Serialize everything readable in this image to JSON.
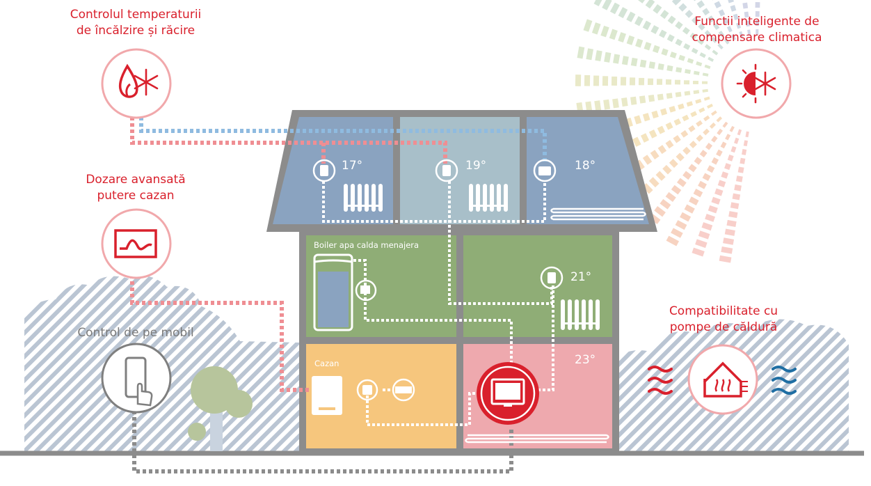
{
  "features": {
    "temperature_control": {
      "line1": "Controlul temperaturii",
      "line2": "de încălzire și răcire",
      "icon": "drop-snowflake-icon"
    },
    "boiler_power": {
      "line1": "Dozare avansată",
      "line2": "putere cazan",
      "icon": "modulation-graph-icon"
    },
    "mobile_control": {
      "line1": "Control de pe mobil",
      "icon": "smartphone-touch-icon"
    },
    "climate_compensation": {
      "line1": "Functii inteligente de",
      "line2": "compensare climatica",
      "icon": "sun-snowflake-icon"
    },
    "heat_pump": {
      "line1": "Compatibilitate cu",
      "line2": "pompe de căldură",
      "icon": "heat-pump-house-icon"
    }
  },
  "rooms": {
    "attic_left": {
      "temperature": "17°"
    },
    "attic_middle": {
      "temperature": "19°"
    },
    "attic_right": {
      "temperature": "18°"
    },
    "floor1_left": {
      "title": "Boiler apa calda menajera"
    },
    "floor1_right": {
      "temperature": "21°"
    },
    "ground_left": {
      "title": "Cazan"
    },
    "ground_right": {
      "temperature": "23°"
    }
  },
  "colors": {
    "accent_red": "#d9202c",
    "label_grey": "#7a7a7a",
    "roof_blue": "#8aa3c0",
    "room_green": "#8fad76",
    "room_orange": "#f6c67d",
    "room_pink": "#eea9ae",
    "cool_blue": "#1f6ea3"
  }
}
